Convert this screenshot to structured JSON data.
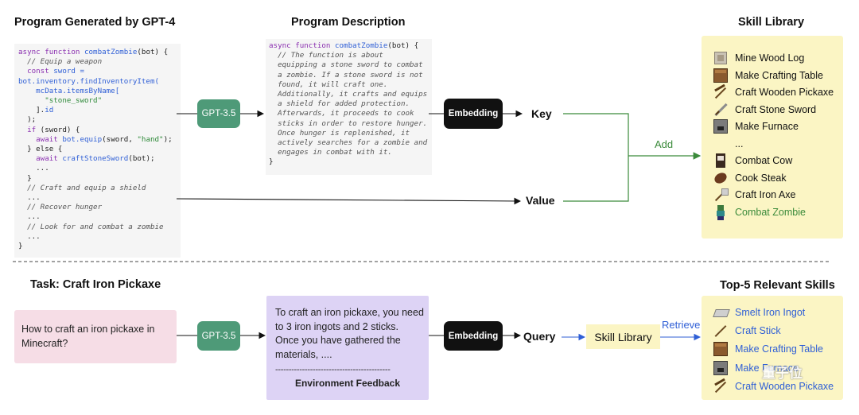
{
  "top": {
    "heading_program": "Program Generated by GPT-4",
    "heading_description": "Program Description",
    "heading_library": "Skill Library",
    "code_lines": [
      [
        {
          "t": "async function ",
          "c": "kw"
        },
        {
          "t": "combatZombie",
          "c": "fn"
        },
        {
          "t": "(bot) {",
          "c": ""
        }
      ],
      [
        {
          "t": "  // Equip a weapon",
          "c": "cm"
        }
      ],
      [
        {
          "t": "  const ",
          "c": "kw"
        },
        {
          "t": "sword =",
          "c": "fn"
        }
      ],
      [
        {
          "t": "bot.inventory.findInventoryItem(",
          "c": "fn"
        }
      ],
      [
        {
          "t": "    mcData.itemsByName[",
          "c": "fn"
        }
      ],
      [
        {
          "t": "      \"stone_sword\"",
          "c": "str"
        }
      ],
      [
        {
          "t": "    ].",
          "c": ""
        },
        {
          "t": "id",
          "c": "fn"
        }
      ],
      [
        {
          "t": "  );",
          "c": ""
        }
      ],
      [
        {
          "t": "  if ",
          "c": "kw"
        },
        {
          "t": "(sword) {",
          "c": ""
        }
      ],
      [
        {
          "t": "    await ",
          "c": "kw"
        },
        {
          "t": "bot.equip",
          "c": "fn"
        },
        {
          "t": "(sword, ",
          "c": ""
        },
        {
          "t": "\"hand\"",
          "c": "str"
        },
        {
          "t": ");",
          "c": ""
        }
      ],
      [
        {
          "t": "  } else {",
          "c": ""
        }
      ],
      [
        {
          "t": "    await ",
          "c": "kw"
        },
        {
          "t": "craftStoneSword",
          "c": "fn"
        },
        {
          "t": "(bot);",
          "c": ""
        }
      ],
      [
        {
          "t": "    ...",
          "c": ""
        }
      ],
      [
        {
          "t": "  }",
          "c": ""
        }
      ],
      [
        {
          "t": "  // Craft and equip a shield",
          "c": "cm"
        }
      ],
      [
        {
          "t": "  ...",
          "c": ""
        }
      ],
      [
        {
          "t": "  // Recover hunger",
          "c": "cm"
        }
      ],
      [
        {
          "t": "  ...",
          "c": ""
        }
      ],
      [
        {
          "t": "  // Look for and combat a zombie",
          "c": "cm"
        }
      ],
      [
        {
          "t": "  ...",
          "c": ""
        }
      ],
      [
        {
          "t": "}",
          "c": ""
        }
      ]
    ],
    "desc_lines": [
      [
        {
          "t": "async function ",
          "c": "kw"
        },
        {
          "t": "combatZombie",
          "c": "fn"
        },
        {
          "t": "(bot) {",
          "c": ""
        }
      ],
      [
        {
          "t": "  // The function is about",
          "c": "cm"
        }
      ],
      [
        {
          "t": "  equipping a stone sword to combat",
          "c": "cm"
        }
      ],
      [
        {
          "t": "  a zombie. If a stone sword is not",
          "c": "cm"
        }
      ],
      [
        {
          "t": "  found, it will craft one.",
          "c": "cm"
        }
      ],
      [
        {
          "t": "  Additionally, it crafts and equips",
          "c": "cm"
        }
      ],
      [
        {
          "t": "  a shield for added protection.",
          "c": "cm"
        }
      ],
      [
        {
          "t": "  Afterwards, it proceeds to cook",
          "c": "cm"
        }
      ],
      [
        {
          "t": "  sticks in order to restore hunger.",
          "c": "cm"
        }
      ],
      [
        {
          "t": "  Once hunger is replenished, it",
          "c": "cm"
        }
      ],
      [
        {
          "t": "  actively searches for a zombie and",
          "c": "cm"
        }
      ],
      [
        {
          "t": "  engages in combat with it.",
          "c": "cm"
        }
      ],
      [
        {
          "t": "}",
          "c": ""
        }
      ]
    ],
    "gpt35_label": "GPT-3.5",
    "embedding_label": "Embedding",
    "key_label": "Key",
    "value_label": "Value",
    "add_label": "Add",
    "library_items": [
      {
        "label": "Mine Wood  Log",
        "icon": "log-icon",
        "color": "#111111"
      },
      {
        "label": "Make Crafting Table",
        "icon": "crafting-table-icon",
        "color": "#111111"
      },
      {
        "label": "Craft Wooden Pickaxe",
        "icon": "pickaxe-icon",
        "color": "#111111"
      },
      {
        "label": "Craft Stone Sword",
        "icon": "sword-icon",
        "color": "#111111"
      },
      {
        "label": "Make Furnace",
        "icon": "furnace-icon",
        "color": "#111111"
      },
      {
        "label": "...",
        "icon": "",
        "color": "#111111"
      },
      {
        "label": "Combat Cow",
        "icon": "cow-icon",
        "color": "#111111"
      },
      {
        "label": "Cook Steak",
        "icon": "steak-icon",
        "color": "#111111"
      },
      {
        "label": "Craft Iron Axe",
        "icon": "axe-icon",
        "color": "#111111"
      },
      {
        "label": "Combat Zombie",
        "icon": "zombie-icon",
        "color": "#3a8a3a"
      }
    ]
  },
  "bottom": {
    "heading_task": "Task: Craft Iron Pickaxe",
    "heading_top5": "Top-5 Relevant Skills",
    "question": "How to craft an iron pickaxe in Minecraft?",
    "gpt35_label": "GPT-3.5",
    "answer_text": "To craft an iron pickaxe, you need to 3 iron ingots and 2 sticks. Once you have gathered the materials, ....",
    "dashes": "-------------------------------------------",
    "env_feedback": "Environment Feedback",
    "embedding_label": "Embedding",
    "query_label": "Query",
    "skill_library_label": "Skill Library",
    "retrieve_label": "Retrieve",
    "top5_items": [
      {
        "label": "Smelt Iron Ingot",
        "icon": "iron-ingot-icon",
        "color": "#2f5fd6"
      },
      {
        "label": "Craft Stick",
        "icon": "stick-icon",
        "color": "#2f5fd6"
      },
      {
        "label": "Make Crafting Table",
        "icon": "crafting-table-icon",
        "color": "#2f5fd6"
      },
      {
        "label": "Make Furnace",
        "icon": "furnace-icon",
        "color": "#2f5fd6"
      },
      {
        "label": "Craft Wooden Pickaxe",
        "icon": "pickaxe-icon",
        "color": "#2f5fd6"
      }
    ],
    "watermark": "量子位"
  },
  "colors": {
    "green_arrow": "#3a8a3a",
    "blue_arrow": "#2f5fd6",
    "pill_green": "#4e9a78",
    "library_bg": "#fbf5c4",
    "question_bg": "#f6dde6",
    "answer_bg": "#ddd3f5"
  }
}
